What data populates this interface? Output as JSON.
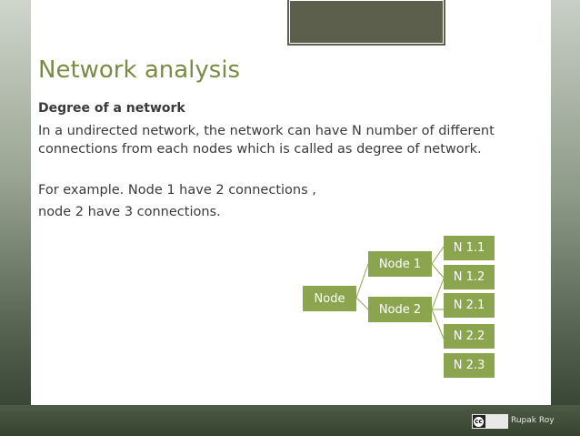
{
  "slide": {
    "title": "Network analysis",
    "subtitle": "Degree of a network",
    "paragraph_lines": [
      "In a undirected network, the network can have N number of different",
      "connections from each nodes which is called as degree of network.",
      "For example. Node 1 have 2 connections ,",
      " node 2 have 3 connections."
    ]
  },
  "diagram": {
    "root": "Node",
    "node1": {
      "label": "Node 1",
      "children": [
        "N 1.1",
        "N 1.2"
      ]
    },
    "node2": {
      "label": "Node 2",
      "children": [
        "N 2.1",
        "N 2.2",
        "N 2.3"
      ]
    },
    "colors": {
      "box": "#8ba54f",
      "line": "#8ba54f",
      "text": "#ffffff"
    }
  },
  "footer": {
    "license_icon": "cc-by-icon",
    "license_mark": "cc",
    "author": "Rupak Roy"
  }
}
